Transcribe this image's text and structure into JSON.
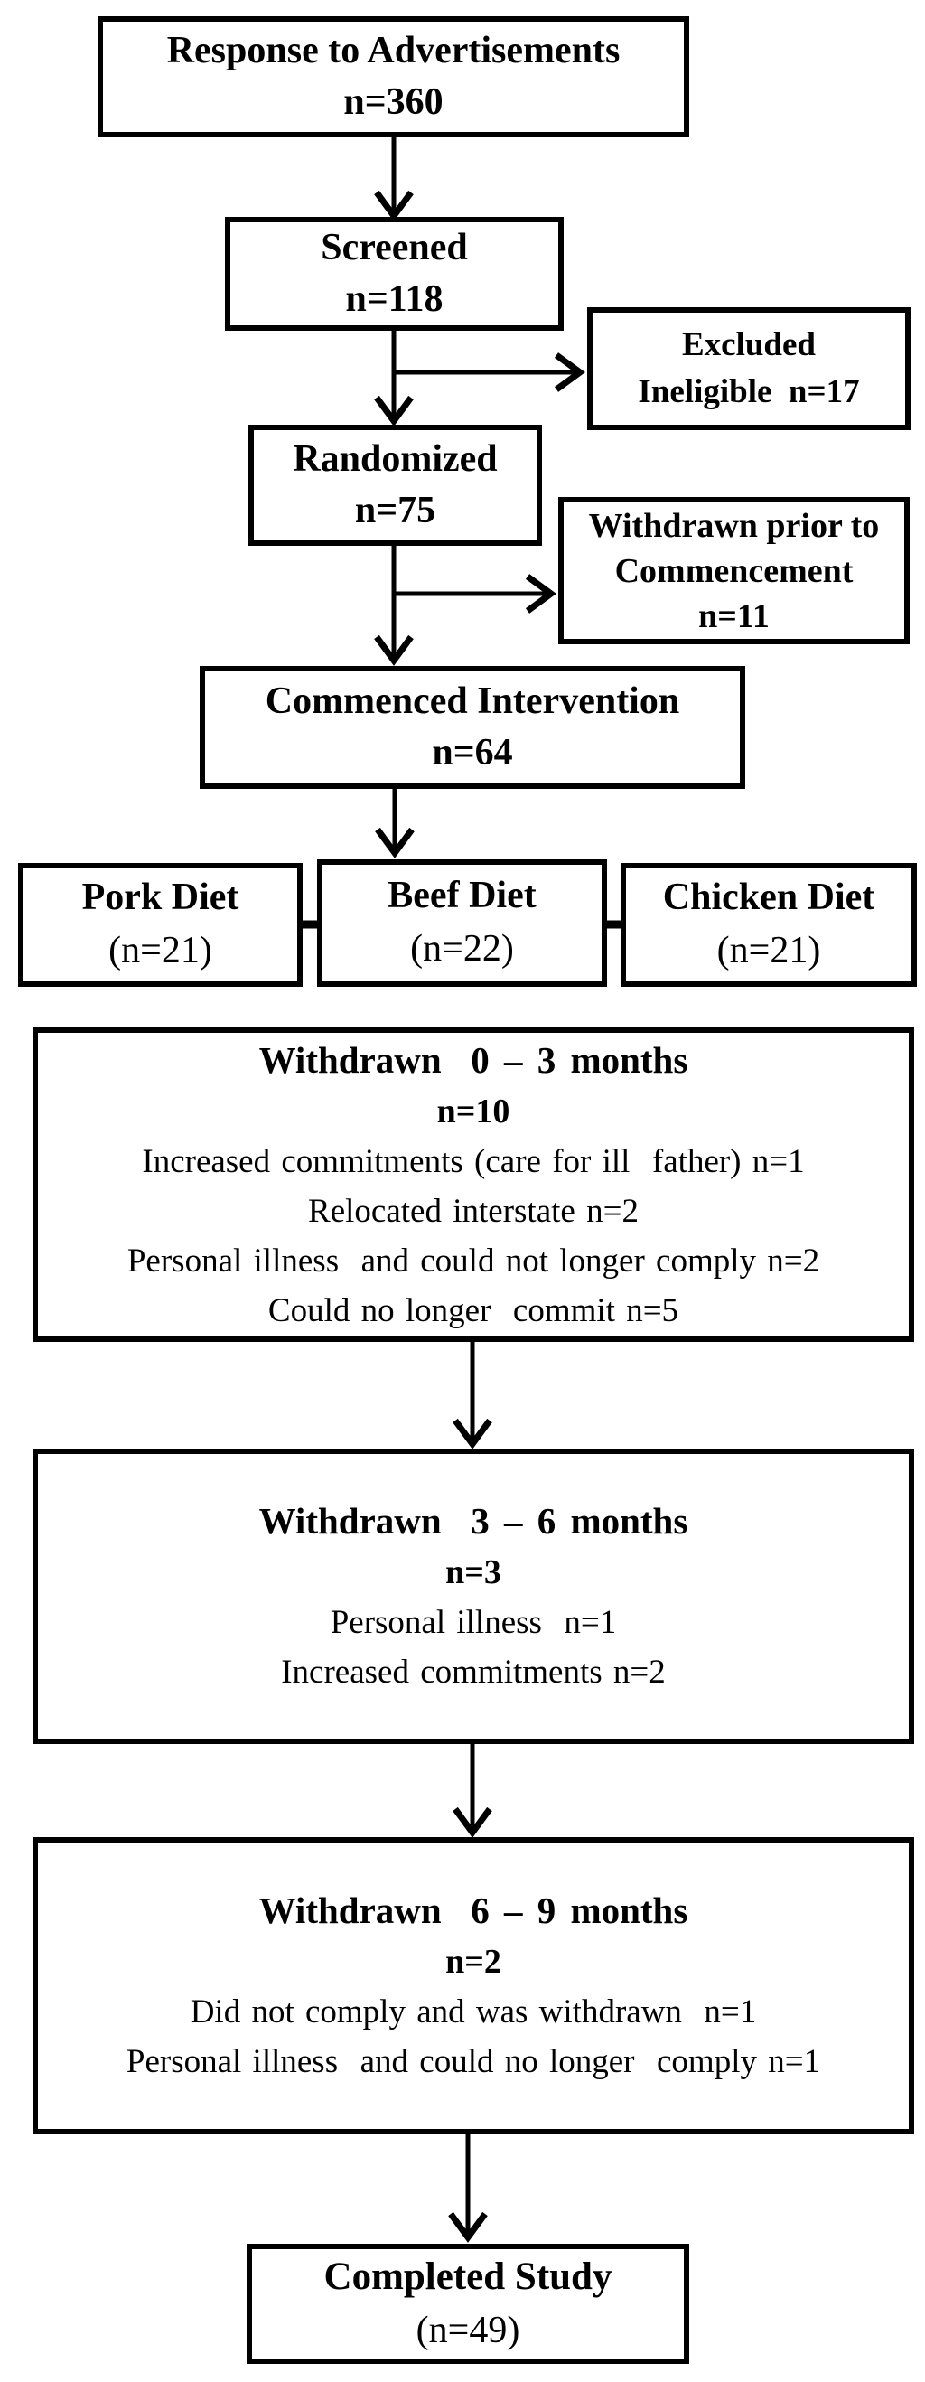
{
  "colors": {
    "ink": "#000000",
    "background": "#ffffff"
  },
  "boxes": {
    "response": {
      "line1": "Response to Advertisements",
      "line2": "n=360"
    },
    "screened": {
      "line1": "Screened",
      "line2": "n=118"
    },
    "excluded": {
      "line1": "Excluded",
      "line2": "Ineligible  n=17"
    },
    "randomized": {
      "line1": "Randomized",
      "line2": "n=75"
    },
    "withdrawn_prior": {
      "line1": "Withdrawn prior to",
      "line2": "Commencement",
      "line3": "n=11"
    },
    "commenced": {
      "line1": "Commenced Intervention",
      "line2": "n=64"
    },
    "pork": {
      "line1": "Pork Diet",
      "line2": "(n=21)"
    },
    "beef": {
      "line1": "Beef Diet",
      "line2": "(n=22)"
    },
    "chicken": {
      "line1": "Chicken Diet",
      "line2": "(n=21)"
    },
    "withdrawn_0_3": {
      "title": "Withdrawn  0 – 3 months",
      "count": "n=10",
      "reasons": [
        "Increased commitments (care for ill  father) n=1",
        "Relocated interstate n=2",
        "Personal illness  and could not longer comply n=2",
        "Could no longer  commit n=5"
      ]
    },
    "withdrawn_3_6": {
      "title": "Withdrawn  3 – 6 months",
      "count": "n=3",
      "reasons": [
        "Personal illness  n=1",
        "Increased commitments n=2"
      ]
    },
    "withdrawn_6_9": {
      "title": "Withdrawn  6 – 9 months",
      "count": "n=2",
      "reasons": [
        "Did not comply and was withdrawn  n=1",
        "Personal illness  and could no longer  comply n=1"
      ]
    },
    "completed": {
      "line1": "Completed Study",
      "line2": "(n=49)"
    }
  }
}
